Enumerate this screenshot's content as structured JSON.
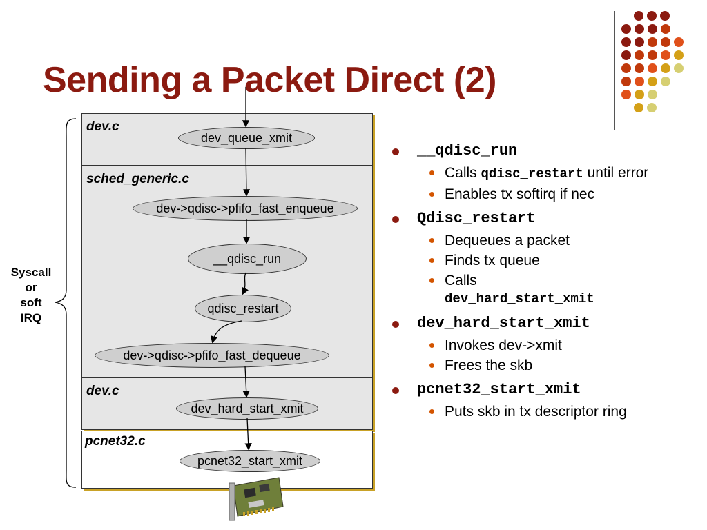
{
  "slide": {
    "title": "Sending a Packet Direct (2)"
  },
  "diagram": {
    "brace_label": [
      "Syscall",
      "or",
      "soft",
      "IRQ"
    ],
    "sections": [
      {
        "label": "dev.c",
        "nodes": [
          "dev_queue_xmit"
        ]
      },
      {
        "label": "sched_generic.c",
        "nodes": [
          "dev->qdisc->pfifo_fast_enqueue",
          "__qdisc_run",
          "qdisc_restart",
          "dev->qdisc->pfifo_fast_dequeue"
        ]
      },
      {
        "label": "dev.c",
        "nodes": [
          "dev_hard_start_xmit"
        ]
      },
      {
        "label": "pcnet32.c",
        "nodes": [
          "pcnet32_start_xmit"
        ]
      }
    ],
    "nic_icon": "network-card-icon"
  },
  "bullets": [
    {
      "text": "__qdisc_run",
      "sub": [
        {
          "parts": [
            "Calls ",
            "qdisc_restart",
            " until error"
          ]
        },
        {
          "parts": [
            "Enables tx softirq if nec"
          ]
        }
      ]
    },
    {
      "text": "Qdisc_restart",
      "sub": [
        {
          "parts": [
            "Dequeues a packet"
          ]
        },
        {
          "parts": [
            "Finds tx queue"
          ]
        },
        {
          "parts": [
            "Calls",
            "dev_hard_start_xmit"
          ]
        }
      ]
    },
    {
      "text": "dev_hard_start_xmit",
      "sub": [
        {
          "parts": [
            "Invokes dev->xmit"
          ]
        },
        {
          "parts": [
            "Frees the skb"
          ]
        }
      ]
    },
    {
      "text": "pcnet32_start_xmit",
      "sub": [
        {
          "parts": [
            "Puts skb in tx descriptor ring"
          ]
        }
      ]
    }
  ],
  "colors": {
    "title": "#8b1a10",
    "dot_palette": [
      "#8b1a10",
      "#c0390b",
      "#e0501a",
      "#d4a017",
      "#d6cf72"
    ]
  }
}
